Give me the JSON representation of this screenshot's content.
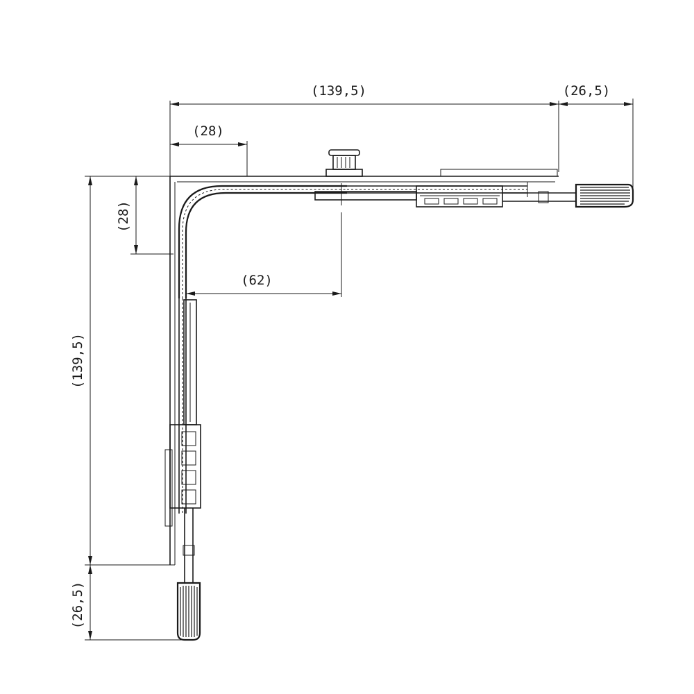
{
  "drawing": {
    "dimensions": {
      "top_overall": "(139,5)",
      "top_extension": "(26,5)",
      "top_offset": "(28)",
      "side_offset": "(28)",
      "arm_length": "(62)",
      "left_overall": "(139,5)",
      "left_extension": "(26,5)"
    },
    "line_color": "#1a1a1a",
    "background": "#ffffff"
  }
}
